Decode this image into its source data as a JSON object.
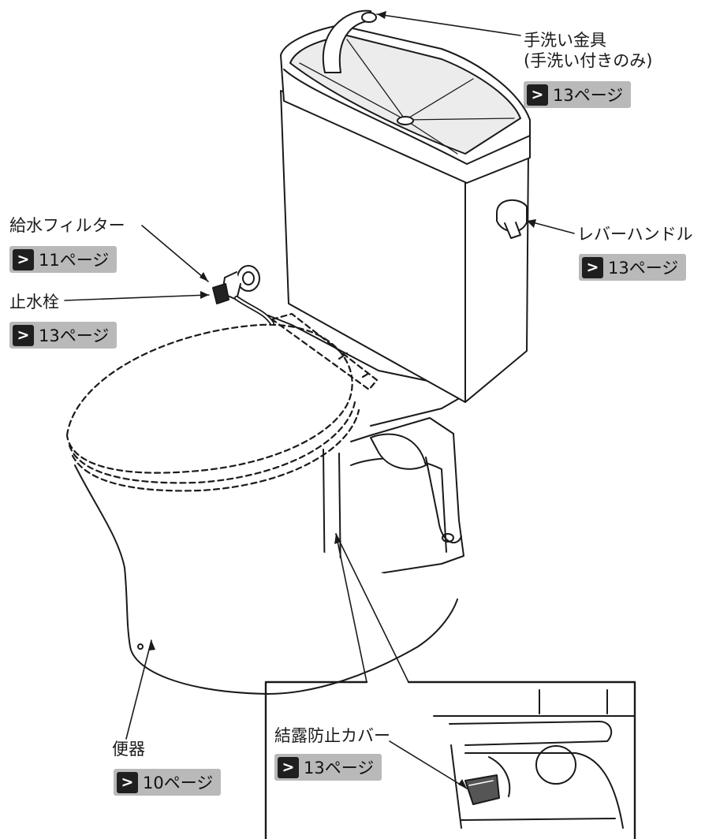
{
  "colors": {
    "badge_bg": "#b9b9b9",
    "badge_chevron": "#1f1f1f",
    "line": "#1a1a1a",
    "tint": "#ececec"
  },
  "icons": {
    "page_ref": "chevron-right-icon"
  },
  "callouts": {
    "faucet": {
      "label_lines": [
        "手洗い金具",
        "(手洗い付きのみ)"
      ],
      "page": "13ページ"
    },
    "filter": {
      "label": "給水フィルター",
      "page": "11ページ"
    },
    "valve": {
      "label": "止水栓",
      "page": "13ページ"
    },
    "lever": {
      "label": "レバーハンドル",
      "page": "13ページ"
    },
    "bowl": {
      "label": "便器",
      "page": "10ページ"
    },
    "cover": {
      "label": "結露防止カバー",
      "page": "13ページ"
    }
  }
}
